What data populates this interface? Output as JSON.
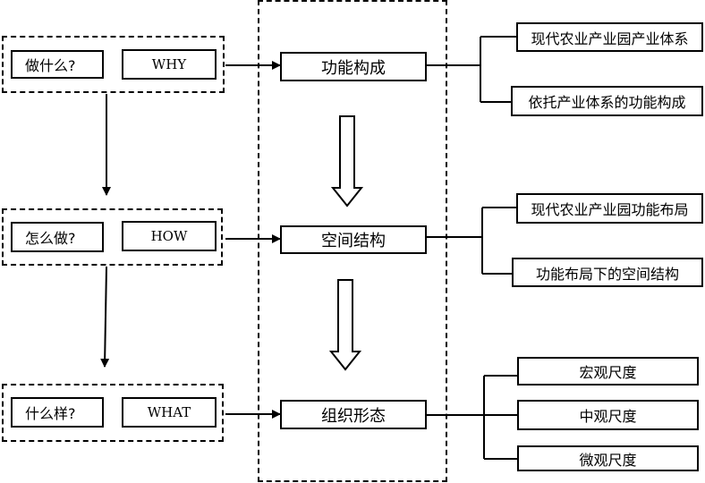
{
  "rows": [
    {
      "question": "做什么?",
      "keyword": "WHY",
      "core": "功能构成",
      "details": [
        "现代农业产业园产业体系",
        "依托产业体系的功能构成"
      ]
    },
    {
      "question": "怎么做?",
      "keyword": "HOW",
      "core": "空间结构",
      "details": [
        "现代农业产业园功能布局",
        "功能布局下的空间结构"
      ]
    },
    {
      "question": "什么样?",
      "keyword": "WHAT",
      "core": "组织形态",
      "details": [
        "宏观尺度",
        "中观尺度",
        "微观尺度"
      ]
    }
  ]
}
